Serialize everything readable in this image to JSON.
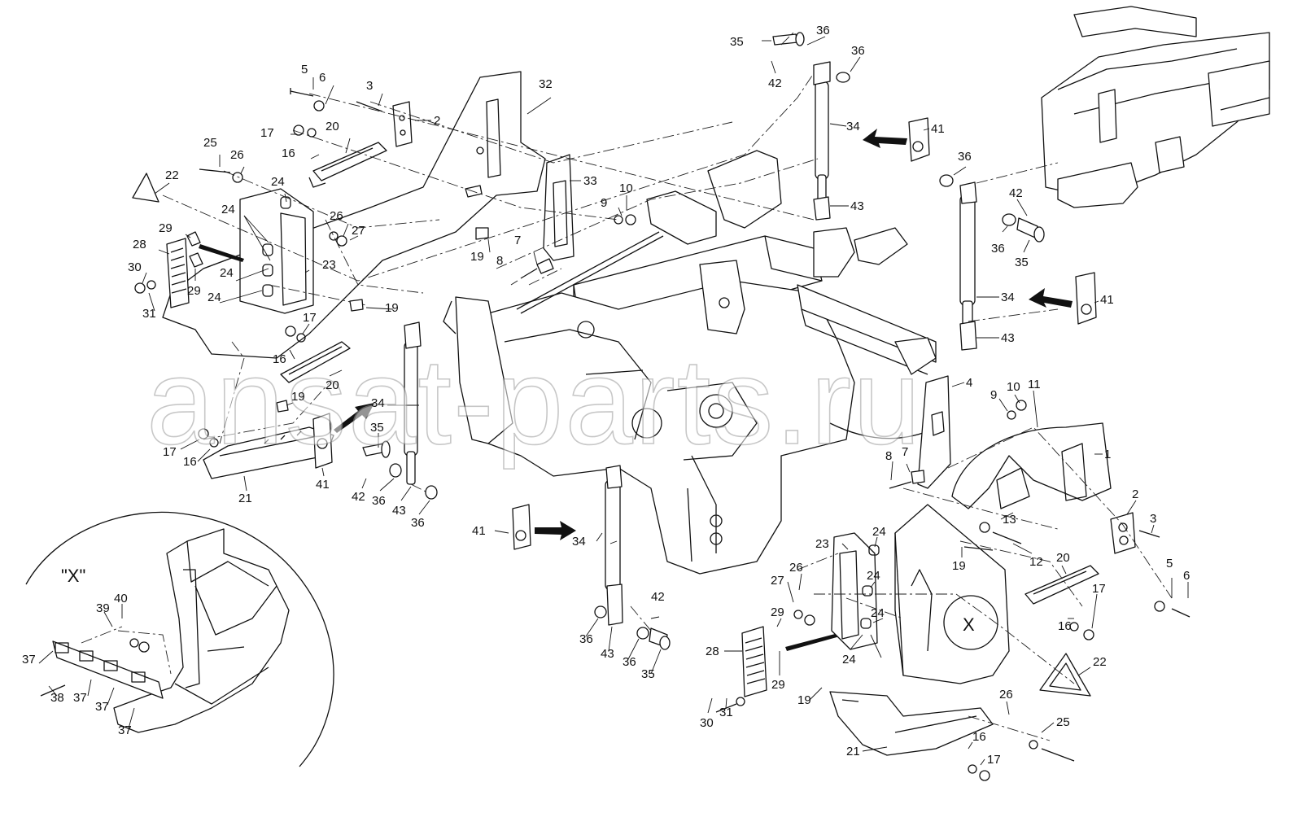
{
  "diagram": {
    "watermark": "ansat-parts.ru",
    "detail": {
      "title": "\"X\"",
      "marker": "X"
    },
    "callouts": [
      {
        "id": "c5a",
        "text": "5"
      },
      {
        "id": "c6a",
        "text": "6"
      },
      {
        "id": "c3a",
        "text": "3"
      },
      {
        "id": "c2a",
        "text": "2"
      },
      {
        "id": "c32",
        "text": "32"
      },
      {
        "id": "c17a",
        "text": "17"
      },
      {
        "id": "c20a",
        "text": "20"
      },
      {
        "id": "c16a",
        "text": "16"
      },
      {
        "id": "c25a",
        "text": "25"
      },
      {
        "id": "c26a",
        "text": "26"
      },
      {
        "id": "c22a",
        "text": "22"
      },
      {
        "id": "c24a",
        "text": "24"
      },
      {
        "id": "c24b",
        "text": "24"
      },
      {
        "id": "c26b",
        "text": "26"
      },
      {
        "id": "c27a",
        "text": "27"
      },
      {
        "id": "c33",
        "text": "33"
      },
      {
        "id": "c9a",
        "text": "9"
      },
      {
        "id": "c10a",
        "text": "10"
      },
      {
        "id": "c29a",
        "text": "29"
      },
      {
        "id": "c28a",
        "text": "28"
      },
      {
        "id": "c24c",
        "text": "24"
      },
      {
        "id": "c23a",
        "text": "23"
      },
      {
        "id": "c30a",
        "text": "30"
      },
      {
        "id": "c29b",
        "text": "29"
      },
      {
        "id": "c24d",
        "text": "24"
      },
      {
        "id": "c31a",
        "text": "31"
      },
      {
        "id": "c7a",
        "text": "7"
      },
      {
        "id": "c8a",
        "text": "8"
      },
      {
        "id": "c19a",
        "text": "19"
      },
      {
        "id": "c19b",
        "text": "19"
      },
      {
        "id": "c17b",
        "text": "17"
      },
      {
        "id": "c16b",
        "text": "16"
      },
      {
        "id": "c20b",
        "text": "20"
      },
      {
        "id": "c19c",
        "text": "19"
      },
      {
        "id": "c34a",
        "text": "34"
      },
      {
        "id": "c35a",
        "text": "35"
      },
      {
        "id": "c17c",
        "text": "17"
      },
      {
        "id": "c16c",
        "text": "16"
      },
      {
        "id": "c41a",
        "text": "41"
      },
      {
        "id": "c42a",
        "text": "42"
      },
      {
        "id": "c36a",
        "text": "36"
      },
      {
        "id": "c43a",
        "text": "43"
      },
      {
        "id": "c36b",
        "text": "36"
      },
      {
        "id": "c21a",
        "text": "21"
      },
      {
        "id": "c35b",
        "text": "35"
      },
      {
        "id": "c36c",
        "text": "36"
      },
      {
        "id": "c36d",
        "text": "36"
      },
      {
        "id": "c42b",
        "text": "42"
      },
      {
        "id": "c34b",
        "text": "34"
      },
      {
        "id": "c41b",
        "text": "41"
      },
      {
        "id": "c43b",
        "text": "43"
      },
      {
        "id": "c36e",
        "text": "36"
      },
      {
        "id": "c42c",
        "text": "42"
      },
      {
        "id": "c36f",
        "text": "36"
      },
      {
        "id": "c35c",
        "text": "35"
      },
      {
        "id": "c34c",
        "text": "34"
      },
      {
        "id": "c41c",
        "text": "41"
      },
      {
        "id": "c43c",
        "text": "43"
      },
      {
        "id": "c4",
        "text": "4"
      },
      {
        "id": "c9b",
        "text": "9"
      },
      {
        "id": "c10b",
        "text": "10"
      },
      {
        "id": "c11",
        "text": "11"
      },
      {
        "id": "c1",
        "text": "1"
      },
      {
        "id": "c2b",
        "text": "2"
      },
      {
        "id": "c3b",
        "text": "3"
      },
      {
        "id": "c13",
        "text": "13"
      },
      {
        "id": "c8b",
        "text": "8"
      },
      {
        "id": "c7b",
        "text": "7"
      },
      {
        "id": "c12",
        "text": "12"
      },
      {
        "id": "c19d",
        "text": "19"
      },
      {
        "id": "c20c",
        "text": "20"
      },
      {
        "id": "c5b",
        "text": "5"
      },
      {
        "id": "c6b",
        "text": "6"
      },
      {
        "id": "c17d",
        "text": "17"
      },
      {
        "id": "c16d",
        "text": "16"
      },
      {
        "id": "c24e",
        "text": "24"
      },
      {
        "id": "c23b",
        "text": "23"
      },
      {
        "id": "c26c",
        "text": "26"
      },
      {
        "id": "c27b",
        "text": "27"
      },
      {
        "id": "c24f",
        "text": "24"
      },
      {
        "id": "c29c",
        "text": "29"
      },
      {
        "id": "c28b",
        "text": "28"
      },
      {
        "id": "c24g",
        "text": "24"
      },
      {
        "id": "c24h",
        "text": "24"
      },
      {
        "id": "c29d",
        "text": "29"
      },
      {
        "id": "c19e",
        "text": "19"
      },
      {
        "id": "c30b",
        "text": "30"
      },
      {
        "id": "c31b",
        "text": "31"
      },
      {
        "id": "c22b",
        "text": "22"
      },
      {
        "id": "c26d",
        "text": "26"
      },
      {
        "id": "c25b",
        "text": "25"
      },
      {
        "id": "c16e",
        "text": "16"
      },
      {
        "id": "c21b",
        "text": "21"
      },
      {
        "id": "c17e",
        "text": "17"
      },
      {
        "id": "c40",
        "text": "40"
      },
      {
        "id": "c39",
        "text": "39"
      },
      {
        "id": "c37a",
        "text": "37"
      },
      {
        "id": "c38",
        "text": "38"
      },
      {
        "id": "c37b",
        "text": "37"
      },
      {
        "id": "c37c",
        "text": "37"
      },
      {
        "id": "c37d",
        "text": "37"
      }
    ]
  }
}
